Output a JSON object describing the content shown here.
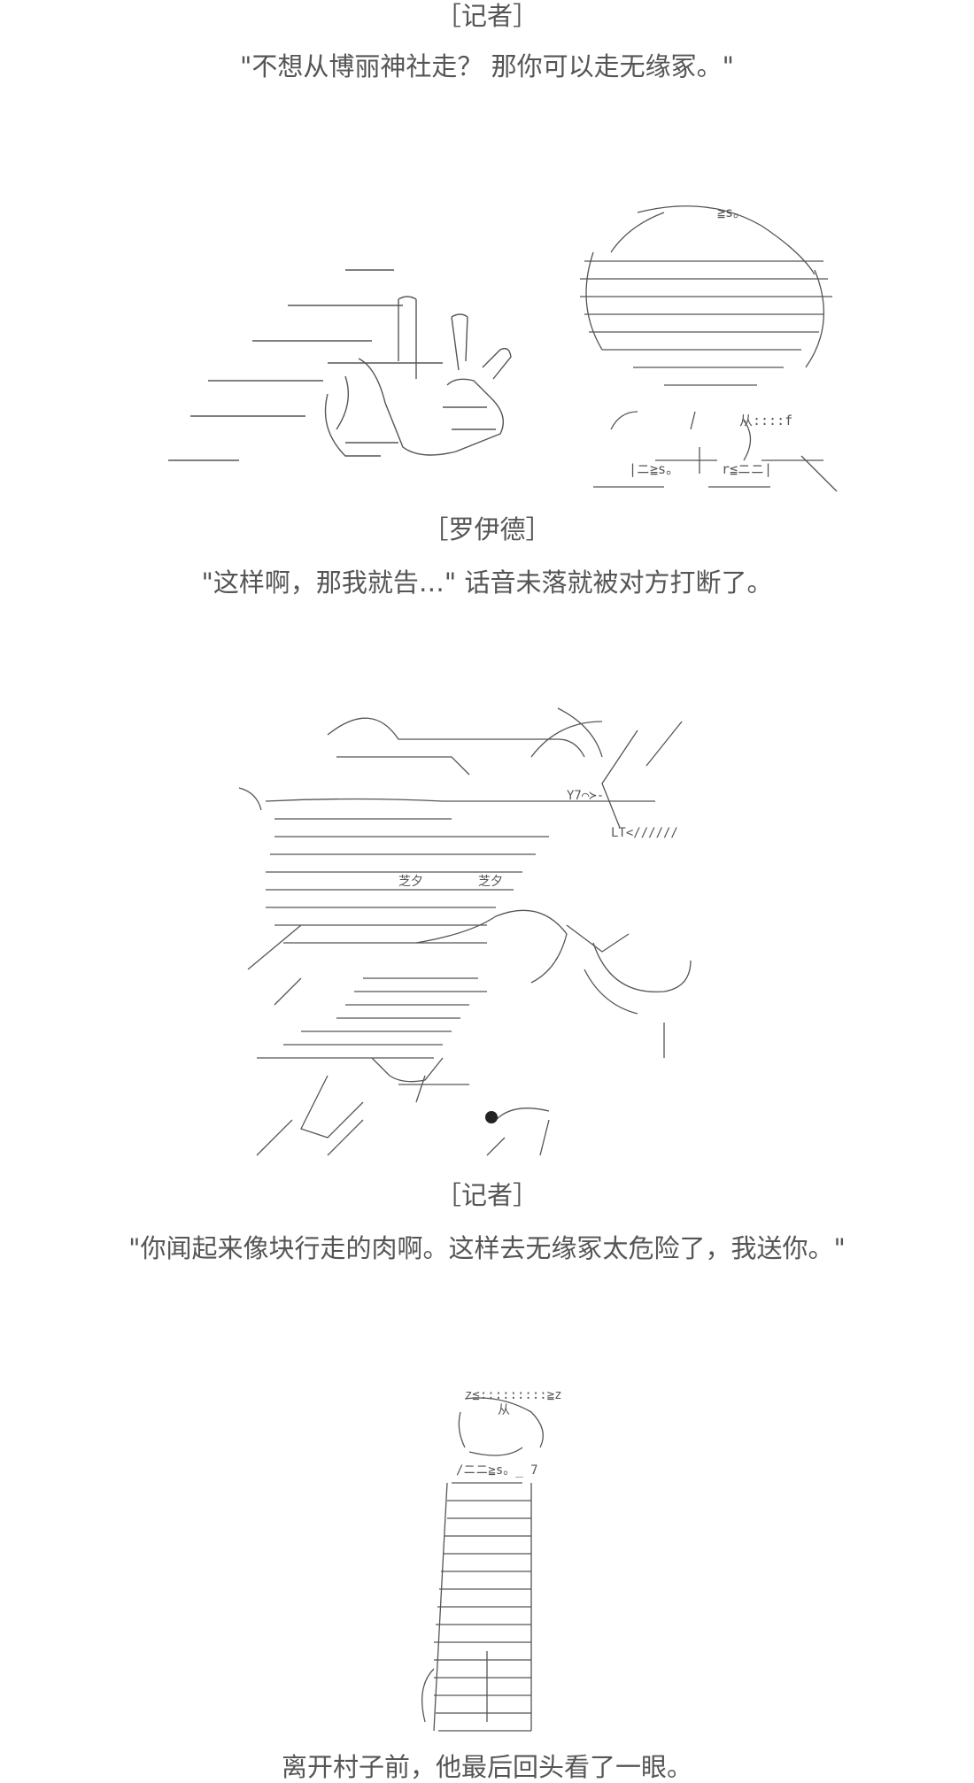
{
  "blocks": [
    {
      "speaker": "［记者］",
      "line": "\"不想从博丽神社走？ 那你可以走无缘冢。\""
    },
    {
      "speaker": "［罗伊德］",
      "line": "\"这样啊，那我就告…\" 话音未落就被对方打断了。"
    },
    {
      "speaker": "［记者］",
      "line": "\"你闻起来像块行走的肉啊。这样去无缘冢太危险了，我送你。\""
    },
    {
      "speaker": "",
      "line": "离开村子前，他最后回头看了一眼。"
    }
  ],
  "ascii_art": {
    "scene1_labels": [
      "≧s。",
      "从::::f",
      "r≦ニニ|",
      "|ニ≧s。"
    ],
    "scene2_labels": [
      "Y7⌒≻-",
      "LT<//////",
      "芝夕",
      "芝夕"
    ],
    "scene3_labels": [
      "z≦:::::::::≧z",
      "从",
      "/ニニ≧s。_ 7"
    ]
  },
  "colors": {
    "text": "#555555",
    "background": "#ffffff"
  }
}
